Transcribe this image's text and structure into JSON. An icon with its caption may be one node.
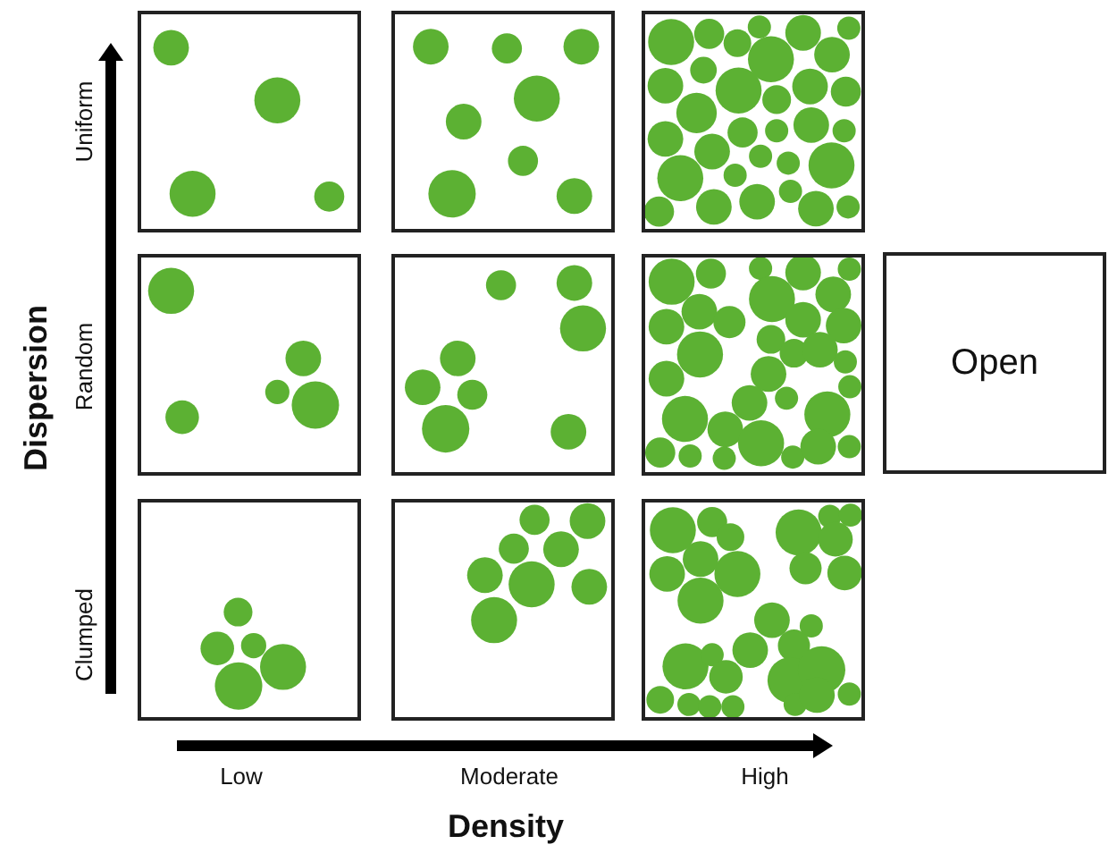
{
  "diagram": {
    "nodes": [
      {
        "text": [],
        "shape": "picture"
      },
      {
        "text": [],
        "shape": "picture"
      },
      {
        "text": [],
        "shape": "picture"
      },
      {
        "text": [],
        "shape": "picture"
      },
      {
        "text": [],
        "shape": "picture"
      },
      {
        "text": [],
        "shape": "picture"
      },
      {
        "text": [
          "Open"
        ]
      },
      {
        "text": [],
        "shape": "picture"
      },
      {
        "text": [],
        "shape": "picture"
      },
      {
        "text": [],
        "shape": "picture"
      }
    ],
    "labels": [
      "Dispersion",
      "Uniform",
      "Random",
      "Clumped",
      "Low",
      "Moderate",
      "High",
      "Density"
    ]
  }
}
